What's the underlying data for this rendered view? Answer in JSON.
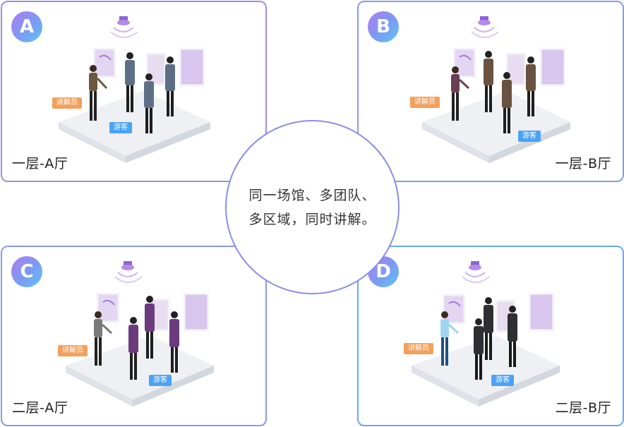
{
  "panels": [
    {
      "badge": "A",
      "label": "一层-A厅",
      "guide_tag": "讲解员",
      "visitor_tag": "游客"
    },
    {
      "badge": "B",
      "label": "一层-B厅",
      "guide_tag": "讲解员",
      "visitor_tag": "游客"
    },
    {
      "badge": "C",
      "label": "二层-A厅",
      "guide_tag": "讲解员",
      "visitor_tag": "游客"
    },
    {
      "badge": "D",
      "label": "二层-B厅",
      "guide_tag": "讲解员",
      "visitor_tag": "游客"
    }
  ],
  "center": {
    "line1": "同一场馆、多团队、",
    "line2": "多区域，同时讲解。"
  },
  "colors": {
    "badge_gradient": [
      "#b07af0",
      "#7a9cf2",
      "#5fc4f6"
    ],
    "guide_tag": "#f3a05c",
    "visitor_tag": "#4aa3f5",
    "suit_a": "#5d6f86",
    "suit_b": "#6a5240",
    "suit_c": "#6b3b7e",
    "suit_d": "#2f2f33"
  }
}
